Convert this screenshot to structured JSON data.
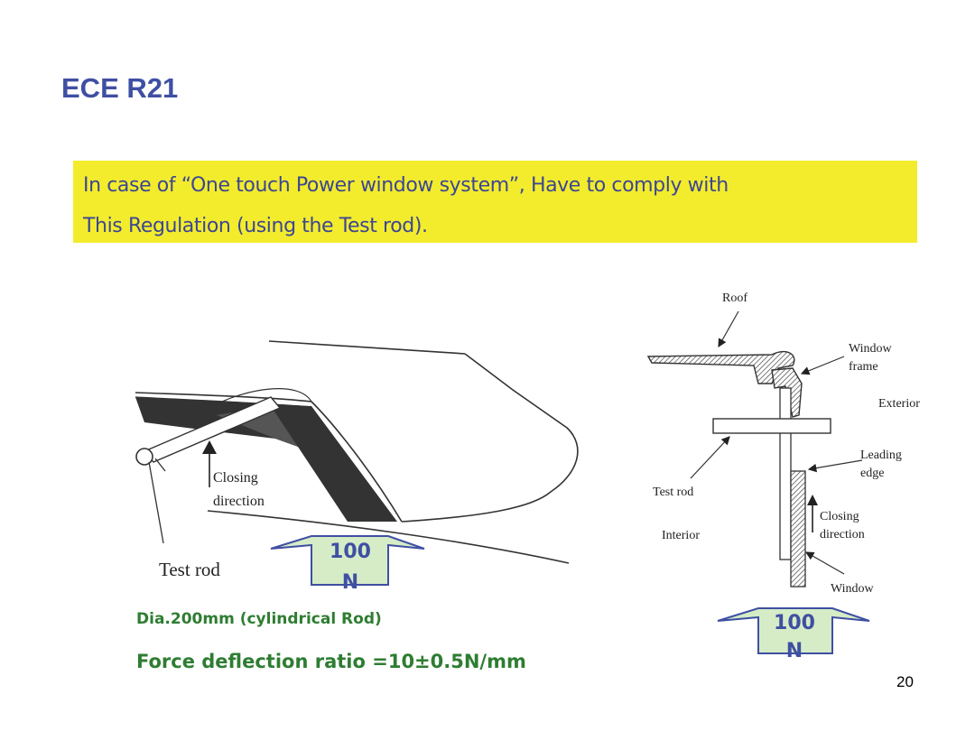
{
  "slide": {
    "title": "ECE R21",
    "note": {
      "line1": "In case of “One touch Power window system”, Have to comply with",
      "line2": "This Regulation (using the Test rod)."
    },
    "captions": {
      "rod": "Dia.200mm (cylindrical Rod)",
      "force": "Force deflection ratio =10±0.5N/mm"
    },
    "page_number": "20",
    "colors": {
      "title": "#3f4fa3",
      "highlight": "#f2ec2d",
      "caption": "#2e7d32",
      "force_box": "#d5ecc7"
    }
  },
  "left_figure": {
    "closing_direction": [
      "Closing",
      "direction"
    ],
    "test_rod": "Test rod",
    "force_box": {
      "line1": "100",
      "line2": "N"
    }
  },
  "right_figure": {
    "roof": "Roof",
    "window_frame": [
      "Window",
      "frame"
    ],
    "exterior": "Exterior",
    "leading_edge": [
      "Leading",
      "edge"
    ],
    "test_rod": "Test rod",
    "interior": "Interior",
    "closing_direction": [
      "Closing",
      "direction"
    ],
    "window": "Window",
    "force_box": {
      "line1": "100",
      "line2": "N"
    }
  }
}
